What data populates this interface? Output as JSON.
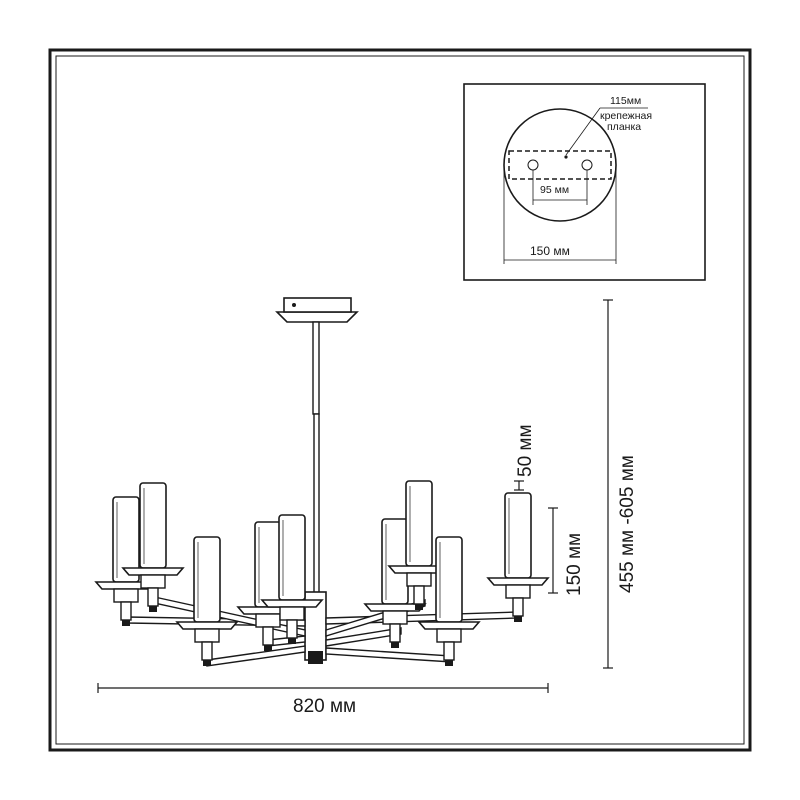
{
  "drawing": {
    "width_label": "820 мм",
    "height_label": "455 мм -605 мм",
    "shade_height_label": "150 мм",
    "gap_label": "50 мм"
  },
  "inset": {
    "plate_width_label": "115мм",
    "plate_name_line1": "крепежная",
    "plate_name_line2": "планка",
    "hole_distance_label": "95 мм",
    "canopy_diameter_label": "150 мм"
  }
}
